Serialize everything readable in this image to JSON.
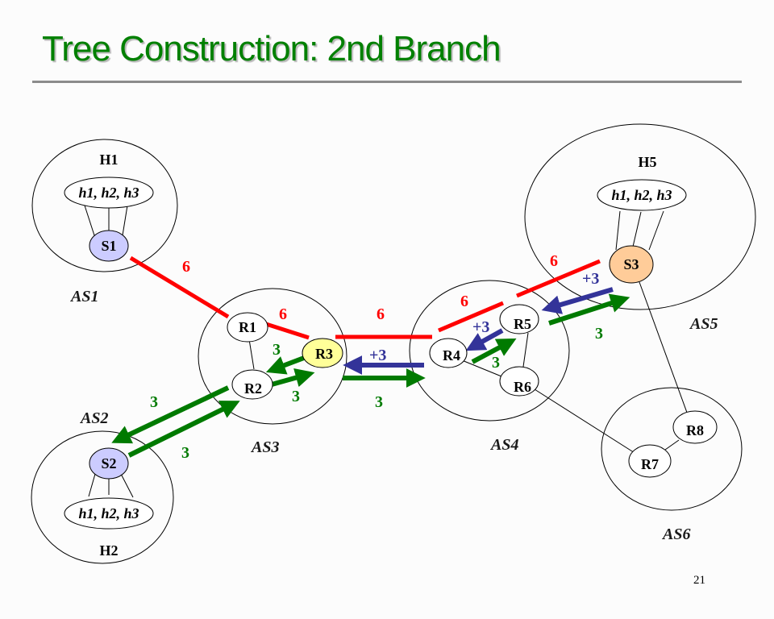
{
  "slide": {
    "title": "Tree Construction: 2nd Branch",
    "page_number": "21"
  },
  "colors": {
    "title": "#008000",
    "red_link": "#ff0000",
    "green_arrow": "#007a00",
    "blue_arrow": "#333399",
    "source_fill": "#ccccff",
    "s3_fill": "#ffcc99",
    "r3_fill": "#ffff99"
  },
  "domains": {
    "as1": {
      "label": "AS1",
      "host_group": "H1",
      "hosts": "h1, h2, h3",
      "server": "S1"
    },
    "as2": {
      "label": "AS2",
      "host_group": "H2",
      "hosts": "h1, h2, h3",
      "server": "S2"
    },
    "as3": {
      "label": "AS3",
      "routers": [
        "R1",
        "R2",
        "R3"
      ]
    },
    "as4": {
      "label": "AS4",
      "routers": [
        "R4",
        "R5",
        "R6"
      ]
    },
    "as5": {
      "label": "AS5",
      "host_group": "H5",
      "hosts": "h1, h2, h3",
      "server": "S3"
    },
    "as6": {
      "label": "AS6",
      "routers": [
        "R7",
        "R8"
      ]
    }
  },
  "link_labels": {
    "s1_r1": "6",
    "r1_r3": "6",
    "r3_r4": "6",
    "r4_r5": "6",
    "r5_s3": "6",
    "r3_r2": "3",
    "r2_r3": "3",
    "r2_s2": "3",
    "s2_r2": "3",
    "r4_r3_blue": "+3",
    "r3_r4_green": "3",
    "r5_r4_blue": "+3",
    "r4_r5_green": "3",
    "s3_r5_blue": "+3",
    "r5_s3_green": "3"
  }
}
